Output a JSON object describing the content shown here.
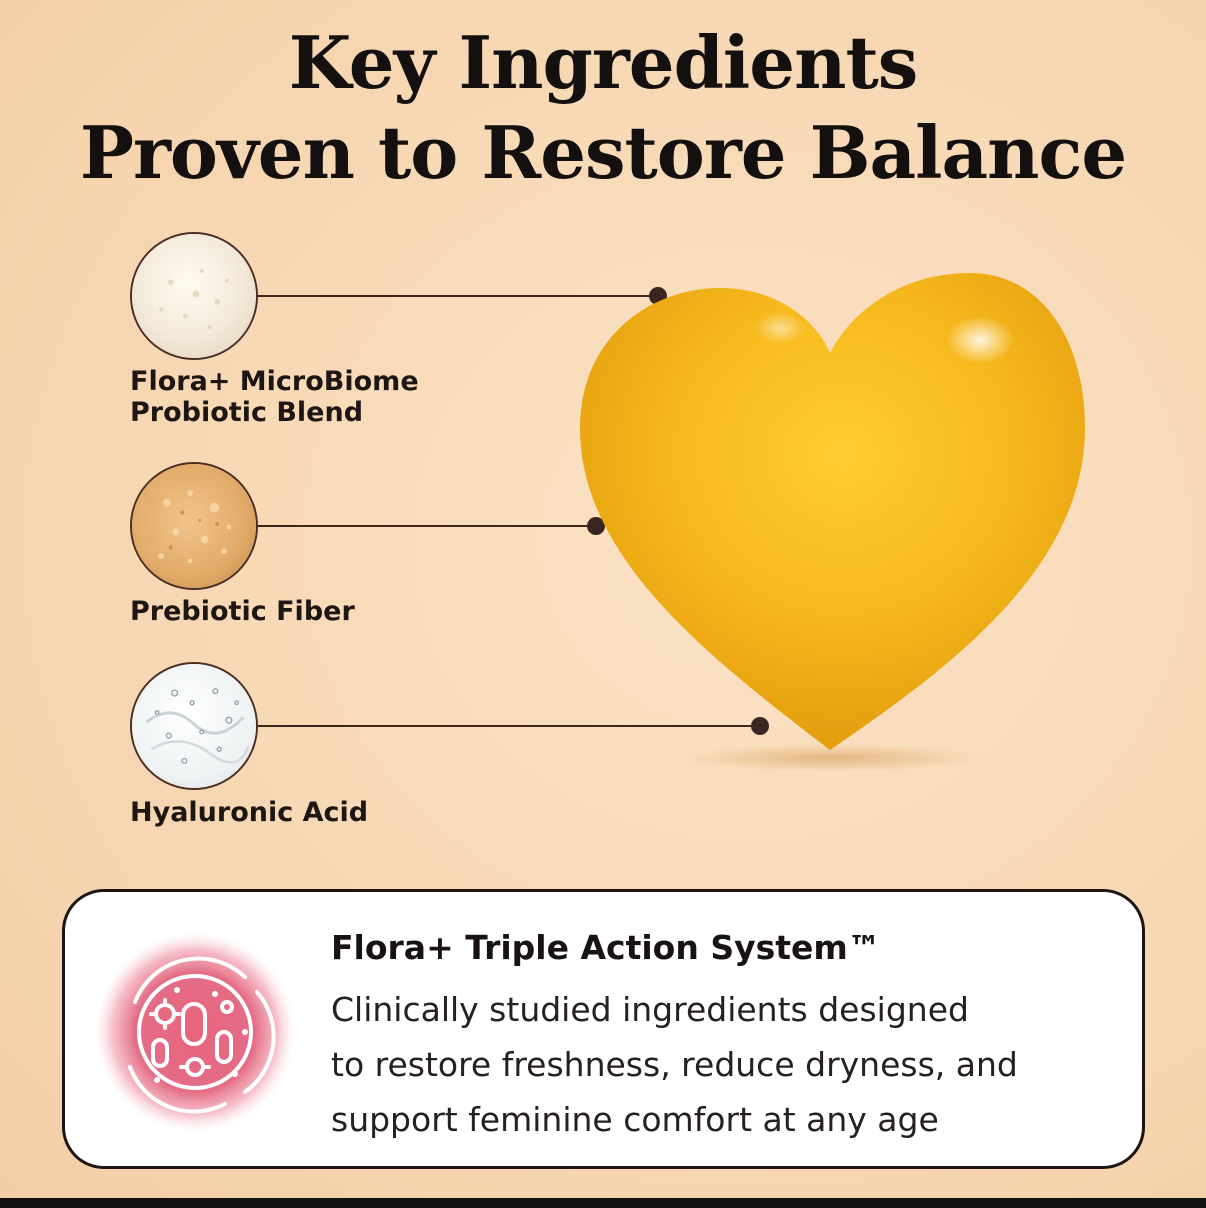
{
  "title": {
    "line1": "Key Ingredients",
    "line2": "Proven to Restore Balance"
  },
  "ingredients": [
    {
      "name_line1": "Flora+ MicroBiome",
      "name_line2": "Probiotic Blend",
      "icon": "probiotic-powder-icon"
    },
    {
      "name_line1": "Prebiotic Fiber",
      "icon": "fiber-powder-icon"
    },
    {
      "name_line1": "Hyaluronic Acid",
      "icon": "gel-bubbles-icon"
    }
  ],
  "card": {
    "heading": "Flora+ Triple Action System™",
    "line1": "Clinically studied ingredients designed",
    "line2": "to restore freshness, reduce dryness, and",
    "line3": "support feminine comfort at any age",
    "icon": "microbiome-icon"
  },
  "colors": {
    "background": "#f7d8b4",
    "heart": "#f6b91a",
    "badge": "#e05a75",
    "text": "#1c1412"
  }
}
